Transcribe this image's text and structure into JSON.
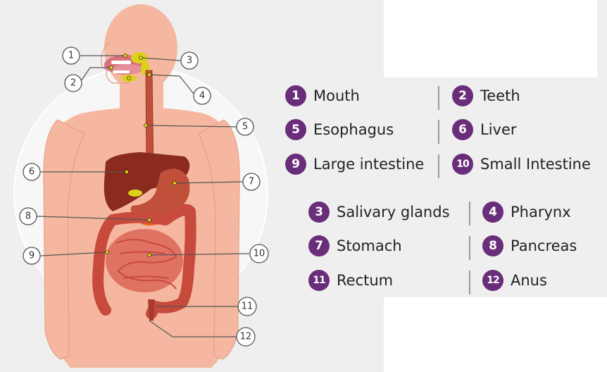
{
  "colors": {
    "background": "#efefef",
    "skin": "#f5b7a0",
    "skin_outline": "#e59a82",
    "organ_dark": "#8b2a1f",
    "organ_mid": "#c0503a",
    "intestine": "#cf5a4a",
    "badge": "#6a2d7a",
    "gland": "#dcd21a"
  },
  "callouts": [
    "1",
    "2",
    "3",
    "4",
    "5",
    "6",
    "7",
    "8",
    "9",
    "10",
    "11",
    "12"
  ],
  "legend_top": [
    {
      "num": "1",
      "label": "Mouth"
    },
    {
      "num": "2",
      "label": "Teeth"
    },
    {
      "num": "5",
      "label": "Esophagus"
    },
    {
      "num": "6",
      "label": "Liver"
    },
    {
      "num": "9",
      "label": "Large intestine"
    },
    {
      "num": "10",
      "label": "Small Intestine"
    }
  ],
  "legend_bottom": [
    {
      "num": "3",
      "label": "Salivary glands"
    },
    {
      "num": "4",
      "label": "Pharynx"
    },
    {
      "num": "7",
      "label": "Stomach"
    },
    {
      "num": "8",
      "label": "Pancreas"
    },
    {
      "num": "11",
      "label": "Rectum"
    },
    {
      "num": "12",
      "label": "Anus"
    }
  ]
}
